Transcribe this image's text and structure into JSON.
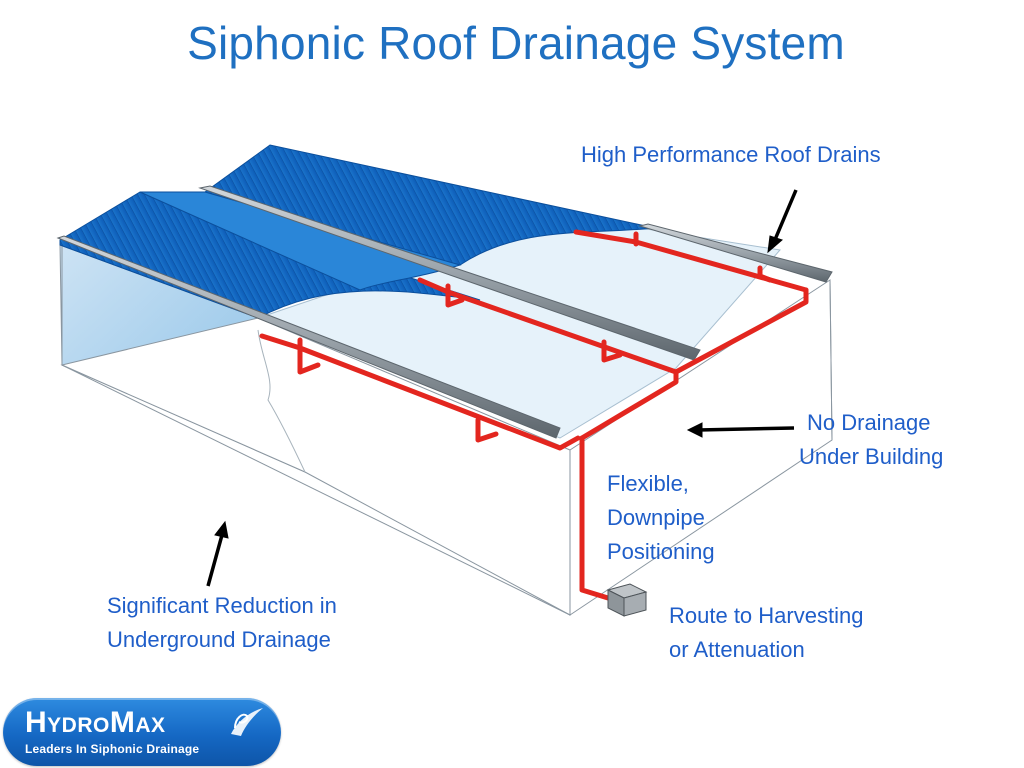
{
  "title": "Siphonic Roof Drainage System",
  "labels": {
    "roof_drains": "High Performance Roof Drains",
    "no_drainage_line1": "No Drainage",
    "no_drainage_line2": "Under Building",
    "flexible_line1": "Flexible,",
    "flexible_line2": "Downpipe",
    "flexible_line3": "Positioning",
    "reduction_line1": "Significant Reduction in",
    "reduction_line2": "Underground Drainage",
    "route_line1": "Route to Harvesting",
    "route_line2": "or Attenuation"
  },
  "logo": {
    "brand": "HydroMax",
    "tagline": "Leaders In Siphonic Drainage"
  },
  "colors": {
    "title_blue": "#1f70c1",
    "label_blue": "#1f5ec9",
    "roof_blue": "#1a78cf",
    "pipe_red": "#e3261f",
    "gutter_grey": "#9aa3aa"
  }
}
